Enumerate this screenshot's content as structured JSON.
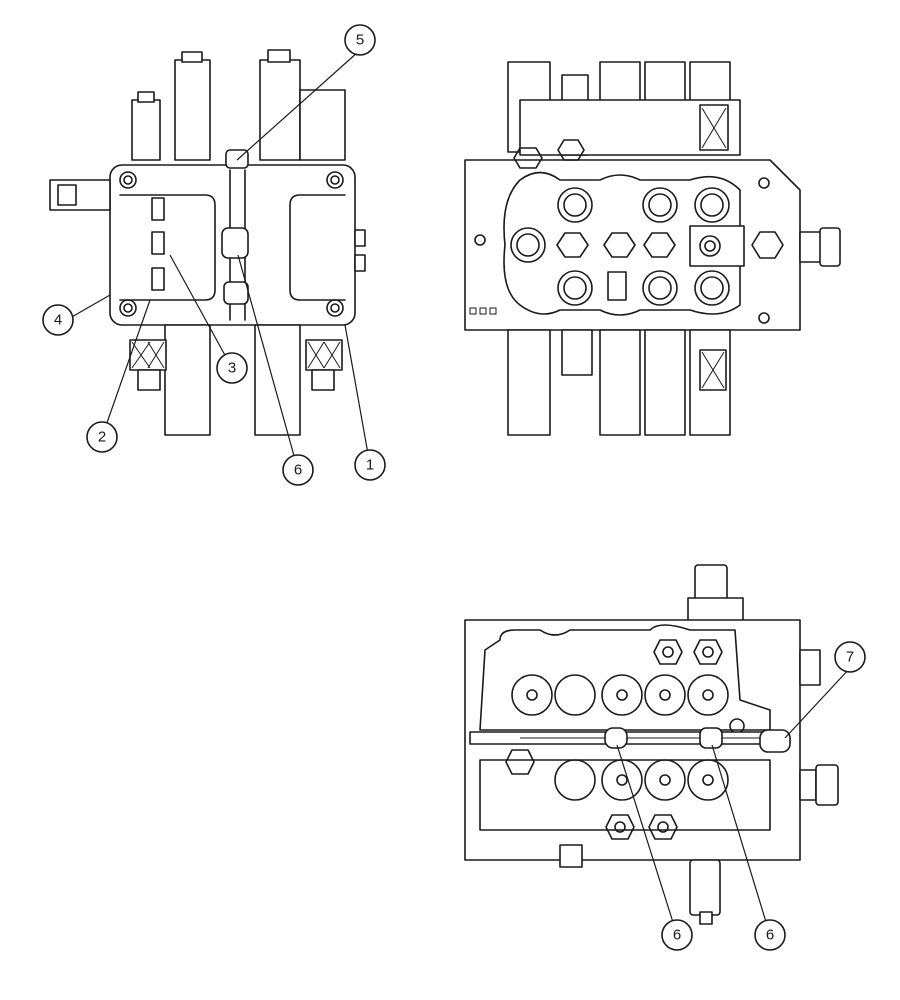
{
  "figure": {
    "views": [
      "end-view-left",
      "top-view",
      "bottom-view"
    ],
    "callouts": [
      {
        "id": "c1",
        "label": "1"
      },
      {
        "id": "c2",
        "label": "2"
      },
      {
        "id": "c3",
        "label": "3"
      },
      {
        "id": "c4",
        "label": "4"
      },
      {
        "id": "c5",
        "label": "5"
      },
      {
        "id": "c6a",
        "label": "6"
      },
      {
        "id": "c6b",
        "label": "6"
      },
      {
        "id": "c6c",
        "label": "6"
      },
      {
        "id": "c7",
        "label": "7"
      }
    ]
  }
}
